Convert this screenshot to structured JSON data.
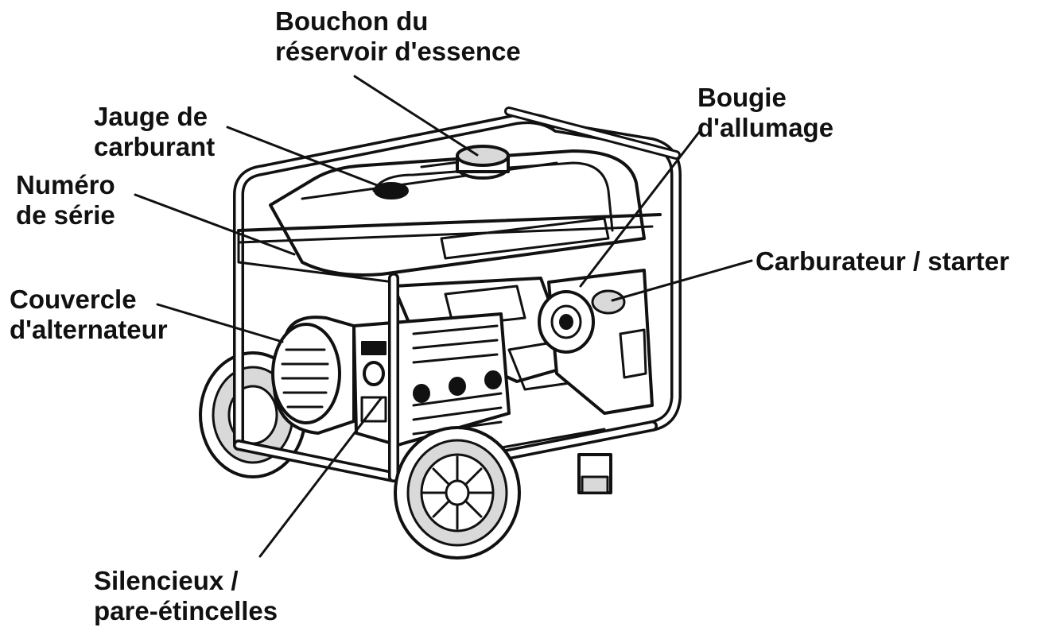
{
  "labels": {
    "fuel_cap": {
      "line1": "Bouchon du",
      "line2": "réservoir d'essence"
    },
    "fuel_gauge": {
      "line1": "Jauge de",
      "line2": "carburant"
    },
    "serial_number": {
      "line1": "Numéro",
      "line2": "de série"
    },
    "alternator_cover": {
      "line1": "Couvercle",
      "line2": "d'alternateur"
    },
    "spark_plug": {
      "line1": "Bougie",
      "line2": "d'allumage"
    },
    "carburetor_choke": {
      "line1": "Carburateur / starter"
    },
    "muffler": {
      "line1": "Silencieux /",
      "line2": "pare-étincelles"
    }
  },
  "colors": {
    "ink": "#111111",
    "panel": "#ffffff",
    "shade": "#d9d9d9"
  }
}
